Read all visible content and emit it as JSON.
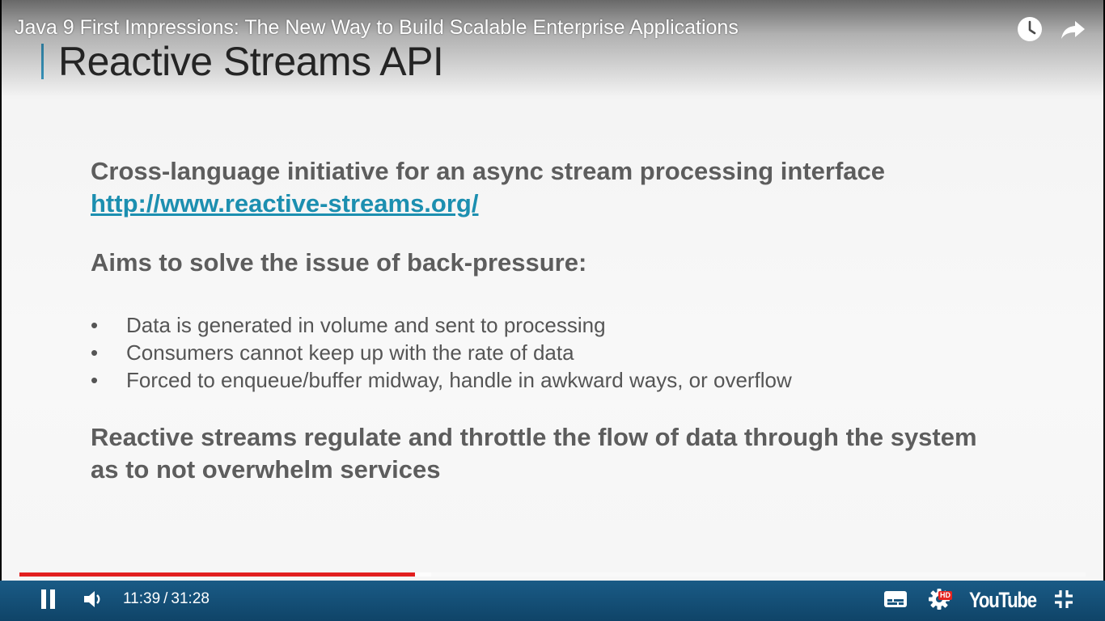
{
  "video": {
    "title": "Java 9 First Impressions: The New Way to Build Scalable Enterprise Applications"
  },
  "slide": {
    "title": "Reactive Streams API",
    "heading1": "Cross-language initiative for an async stream processing interface",
    "link": "http://www.reactive-streams.org/",
    "heading2": "Aims to solve the issue of back-pressure:",
    "bullet_glyph": "•",
    "bullets": [
      "Data is generated in volume and sent to processing",
      "Consumers cannot keep up with the rate of data",
      "Forced to enqueue/buffer midway, handle in awkward ways, or overflow"
    ],
    "conclusion": "Reactive streams regulate and throttle the flow of data through the system as to not overwhelm services"
  },
  "player": {
    "current_time": "11:39",
    "time_separator": "/",
    "duration": "31:28",
    "progress_fraction": 0.371,
    "buffered_fraction": 0.386,
    "quality_badge": "HD",
    "logo_text": "YouTube",
    "colors": {
      "progress_played": "#e21f1f",
      "control_bar": "#1a5b86",
      "link": "#1c8fb0",
      "accent_bar": "#3a9ac3"
    },
    "icons": {
      "watch_later": "clock-icon",
      "share": "share-arrow-icon",
      "pause": "pause-icon",
      "volume": "volume-icon",
      "captions": "captions-icon",
      "settings": "gear-icon",
      "exit_fullscreen": "exit-fullscreen-icon"
    }
  }
}
